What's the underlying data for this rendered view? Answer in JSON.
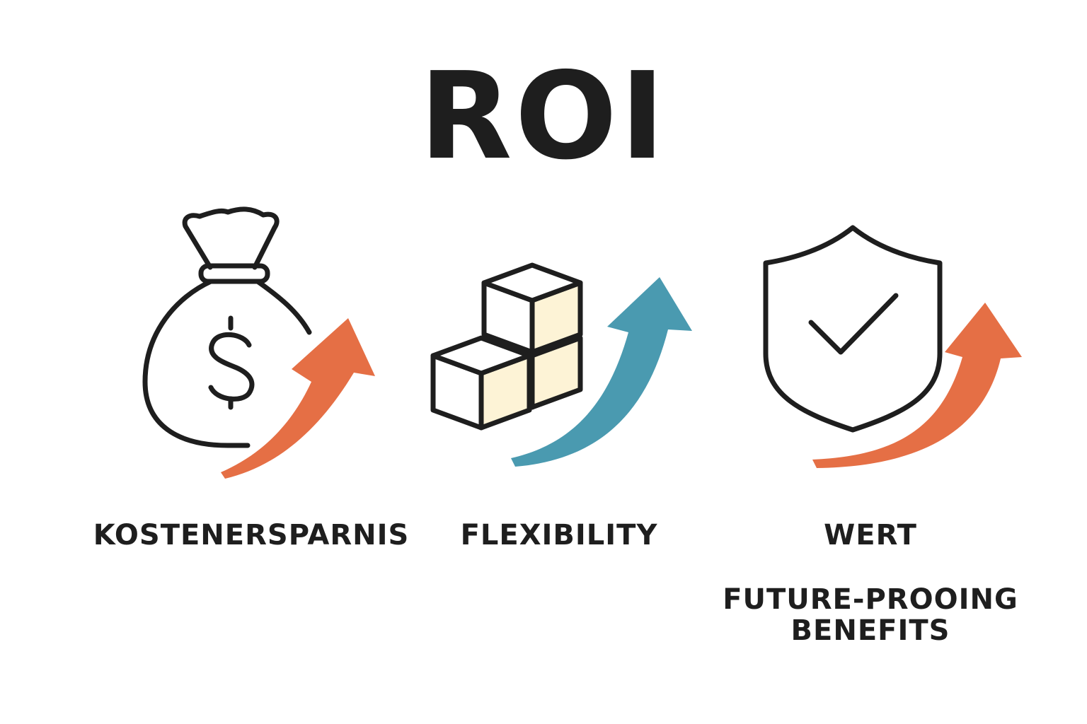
{
  "title": "ROI",
  "colors": {
    "ink": "#1e1e1e",
    "orange": "#e56f45",
    "teal": "#4a9ab0",
    "cube_fill": "#fdf3d6"
  },
  "items": [
    {
      "label": "KOSTENERSPARNIS",
      "icon": "money-bag-icon",
      "arrow": "orange"
    },
    {
      "label": "FLEXIBILITY",
      "icon": "cubes-icon",
      "arrow": "teal"
    },
    {
      "label": "WERT",
      "icon": "shield-check-icon",
      "arrow": "orange"
    }
  ],
  "subtitle": {
    "line1": "FUTURE-PROOING",
    "line2": "BENEFITS"
  }
}
